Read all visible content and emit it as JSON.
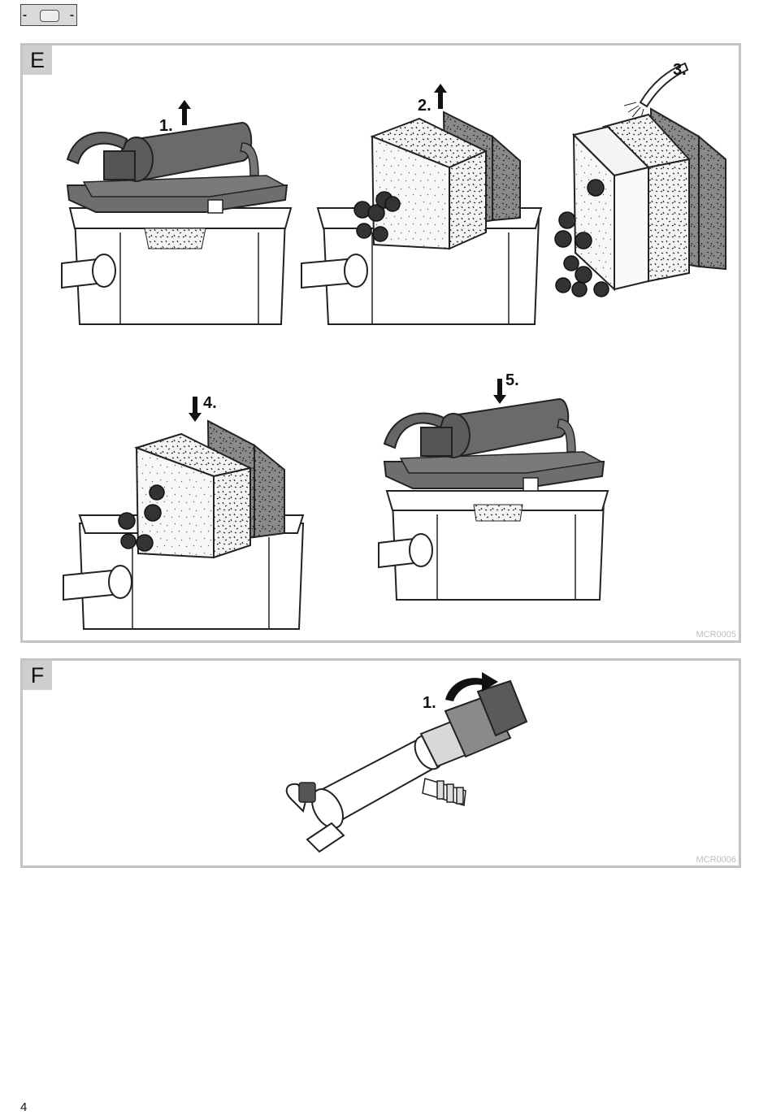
{
  "header": {
    "icon": "rounded-button-icon"
  },
  "panels": {
    "E": {
      "letter": "E",
      "ref": "MCR0005",
      "steps": [
        "1.",
        "2.",
        "3.",
        "4.",
        "5."
      ]
    },
    "F": {
      "letter": "F",
      "ref": "MCR0006",
      "steps": [
        "1."
      ]
    }
  },
  "page_number": "4"
}
